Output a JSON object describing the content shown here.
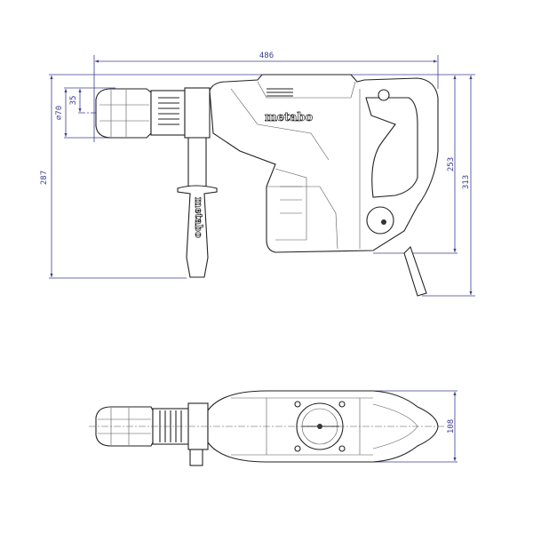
{
  "title": "Rotary hammer dimension drawing",
  "brand": "metabo",
  "dimensions": {
    "overall_length": "486",
    "chuck_offset": "35",
    "collar_diameter": "⌀70",
    "height_with_handle": "287",
    "body_height": "253",
    "height_with_cable": "313",
    "width": "108"
  },
  "colors": {
    "dimension": "#3b3f8f",
    "outline": "#222222"
  }
}
